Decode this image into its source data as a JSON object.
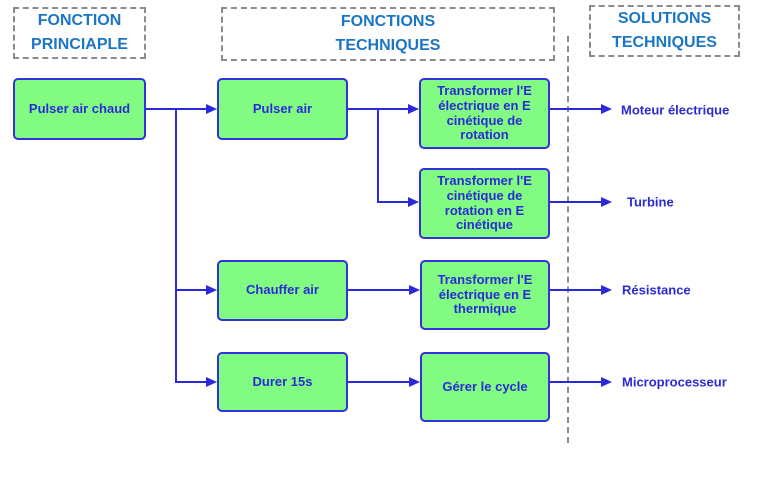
{
  "palette": {
    "box_fill": "#82FB82",
    "box_border": "#3232DC",
    "diagram_text": "#2B2BD5",
    "connector": "#2A2ADC",
    "header_text": "#1B76C5",
    "dashed_gray": "#8C8C8C"
  },
  "headers": [
    {
      "id": "fonction-principale",
      "label": "FONCTION\nPRINCIAPLE"
    },
    {
      "id": "fonctions-techniques",
      "label": "FONCTIONS\nTECHNIQUES"
    },
    {
      "id": "solutions-techniques",
      "label": "SOLUTIONS\nTECHNIQUES"
    }
  ],
  "boxes": [
    {
      "id": "pulser-air-chaud",
      "label": "Pulser air chaud"
    },
    {
      "id": "pulser-air",
      "label": "Pulser air"
    },
    {
      "id": "transformer-electrique-en-cinetique-rotation",
      "label": "Transformer l'E\nélectrique en E\ncinétique de\nrotation"
    },
    {
      "id": "transformer-cinetique-rotation-en-cinetique",
      "label": "Transformer l'E\ncinétique de\nrotation en E\ncinétique"
    },
    {
      "id": "chauffer-air",
      "label": "Chauffer air"
    },
    {
      "id": "transformer-electrique-en-thermique",
      "label": "Transformer l'E\nélectrique en E\nthermique"
    },
    {
      "id": "durer-15s",
      "label": "Durer 15s"
    },
    {
      "id": "gerer-le-cycle",
      "label": "Gérer le cycle"
    }
  ],
  "solutions": [
    {
      "id": "moteur-electrique",
      "label": "Moteur électrique"
    },
    {
      "id": "turbine",
      "label": "Turbine"
    },
    {
      "id": "resistance",
      "label": "Résistance"
    },
    {
      "id": "microprocesseur",
      "label": "Microprocesseur"
    }
  ]
}
